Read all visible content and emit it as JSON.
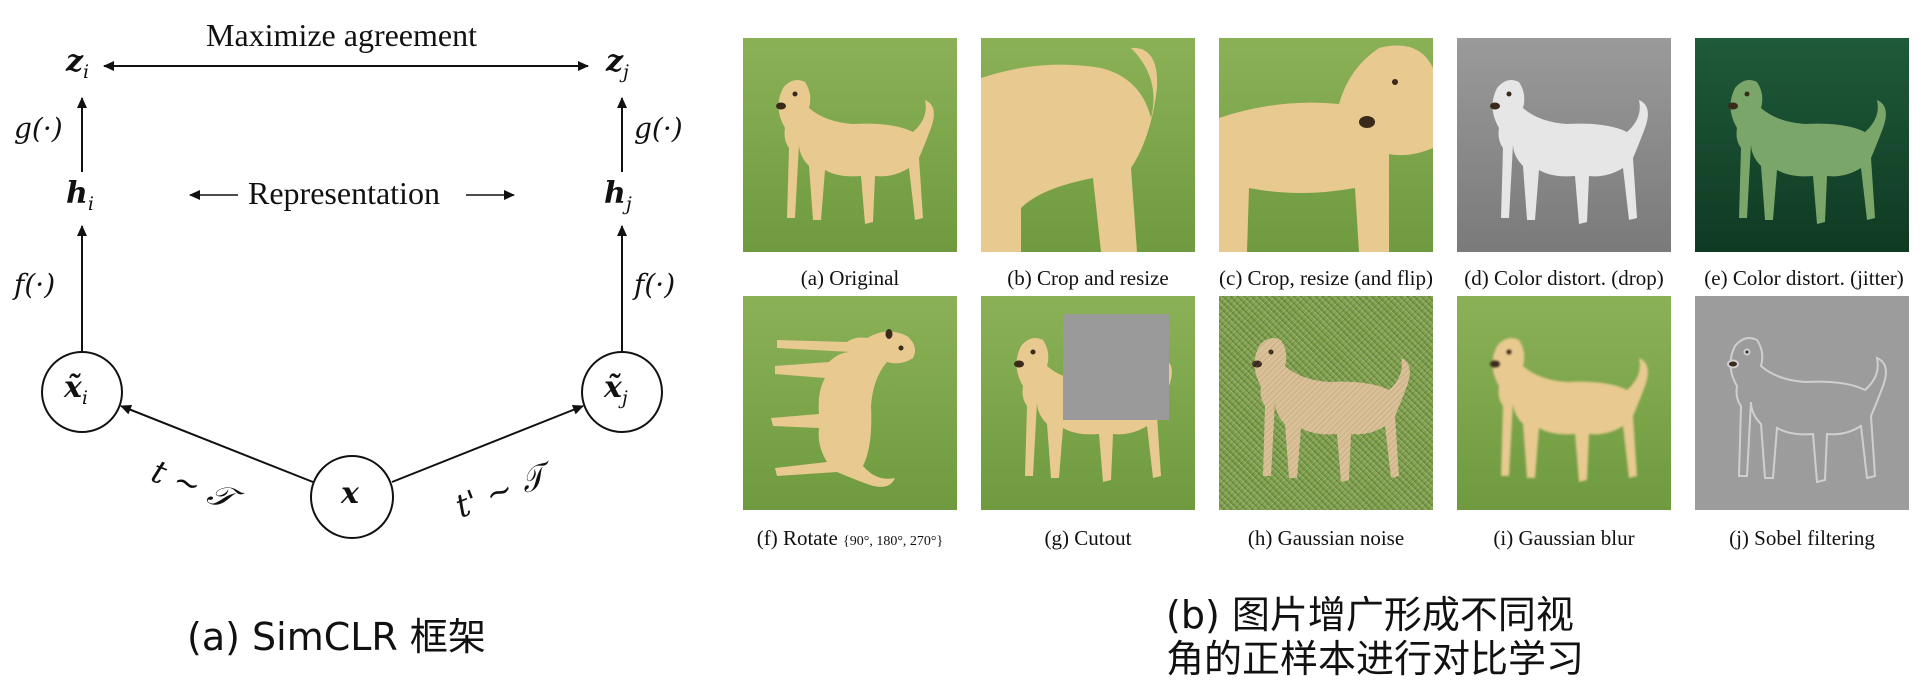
{
  "framework": {
    "top_label": "Maximize agreement",
    "mid_label": "Representation",
    "z_i": "z",
    "z_i_sub": "i",
    "z_j": "z",
    "z_j_sub": "j",
    "h_i": "h",
    "h_i_sub": "i",
    "h_j": "h",
    "h_j_sub": "j",
    "xt_i": "x̃",
    "xt_i_sub": "i",
    "xt_j": "x̃",
    "xt_j_sub": "j",
    "x": "x",
    "g_left": "g(·)",
    "g_right": "g(·)",
    "f_left": "f(·)",
    "f_right": "f(·)",
    "t_left": "t ~ 𝒯",
    "t_right": "t' ~ 𝒯",
    "caption": "(a) SimCLR 框架"
  },
  "augmentations": {
    "items": [
      {
        "label": "(a) Original"
      },
      {
        "label": "(b) Crop and resize"
      },
      {
        "label": "(c) Crop, resize (and flip)"
      },
      {
        "label": "(d) Color distort. (drop)"
      },
      {
        "label": "(e) Color distort. (jitter)"
      },
      {
        "label": "(f) Rotate",
        "label_extra": "{90°, 180°, 270°}"
      },
      {
        "label": "(g) Cutout"
      },
      {
        "label": "(h) Gaussian noise"
      },
      {
        "label": "(i) Gaussian blur"
      },
      {
        "label": "(j) Sobel filtering"
      }
    ],
    "caption_line1": "(b) 图片增广形成不同视",
    "caption_line2": "角的正样本进行对比学习"
  },
  "colors": {
    "grass": "#7fa44a",
    "dog": "#e8c990",
    "cutout": "#9a9a9a"
  }
}
